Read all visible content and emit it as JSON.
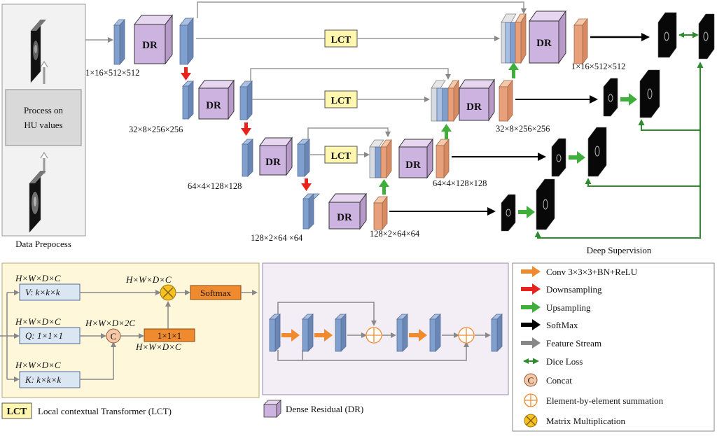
{
  "preprocess": {
    "box_text_1": "Process on",
    "box_text_2": "HU values",
    "caption": "Data Prepocess"
  },
  "network": {
    "dr_label": "DR",
    "lct_label": "LCT",
    "dims": {
      "enc1": "1×16×512×512",
      "enc2": "32×8×256×256",
      "enc3": "64×4×128×128",
      "enc4": "128×2×64 ×64",
      "dec1": "1×16×512×512",
      "dec2": "32×8×256×256",
      "dec3": "64×4×128×128",
      "dec4": "128×2×64×64"
    },
    "deep_supervision_label": "Deep Supervision"
  },
  "lct_detail": {
    "v_dim": "H×W×D×C",
    "v_box": "V: k×k×k",
    "q_dim": "H×W×D×C",
    "q_box": "Q: 1×1×1",
    "k_dim": "H×W×D×C",
    "k_box": "K: k×k×k",
    "mult_dim": "H×W×D×C",
    "concat_dim": "H×W×D×2C",
    "conv_box": "1×1×1",
    "conv_dim": "H×W×D×C",
    "softmax_box": "Softmax",
    "concat_symbol": "C",
    "legend_badge": "LCT",
    "legend_text": "Local contextual Transformer (LCT)"
  },
  "dr_detail": {
    "legend_text": "Dense Residual (DR)"
  },
  "legend": {
    "conv": "Conv 3×3×3+BN+ReLU",
    "down": "Downsampling",
    "up": "Upsampling",
    "softmax": "SoftMax",
    "feature": "Feature Stream",
    "dice": "Dice Loss",
    "concat_symbol": "C",
    "concat": "Concat",
    "sum": "Element-by-element summation",
    "mult": "Matrix Multiplication"
  },
  "colors": {
    "conv": "#f08a2e",
    "down": "#e8231d",
    "up": "#3fae3a",
    "softmax": "#000000",
    "feature": "#888888",
    "dice": "#2e8b2e",
    "blue_block": "#7f9fcf",
    "purple_block": "#cdb3e0",
    "orange_block": "#e8a07a",
    "lct_fill": "#fff6b0",
    "lct_panel": "#fff7d9",
    "dr_panel": "#f3edf6"
  }
}
